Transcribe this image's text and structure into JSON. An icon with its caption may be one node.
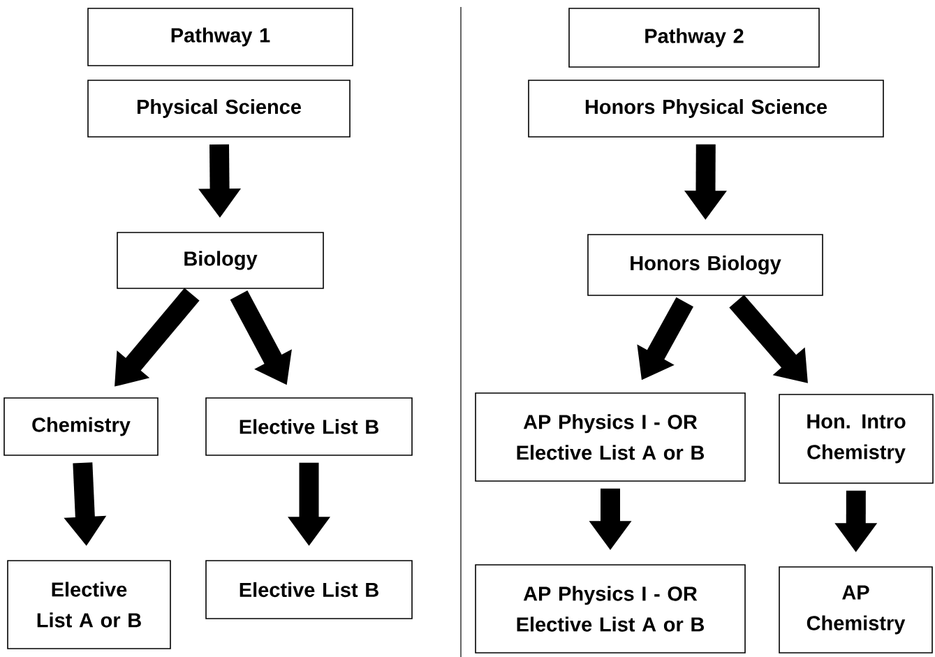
{
  "diagram": {
    "nodes": [
      {
        "text": [
          "Pathway 1"
        ]
      },
      {
        "text": [
          "Physical Science"
        ]
      },
      {
        "text": [
          "Biology"
        ]
      },
      {
        "text": [
          "Chemistry"
        ]
      },
      {
        "text": [
          "Elective List B"
        ]
      },
      {
        "text": [
          "Elective List A or B"
        ]
      },
      {
        "text": [
          "Elective List B"
        ]
      },
      {
        "text": [
          "Pathway 2"
        ]
      },
      {
        "text": [
          "Honors Physical Science"
        ]
      },
      {
        "text": [
          "Honors Biology"
        ]
      },
      {
        "text": [
          "AP Physics I - OR Elective List A or B"
        ]
      },
      {
        "text": [
          "Hon. Intro Chemistry"
        ]
      },
      {
        "text": [
          "AP Physics I - OR Elective List A or B"
        ]
      },
      {
        "text": [
          "AP Chemistry"
        ]
      }
    ],
    "edges": [
      {
        "from": 1,
        "to": 2,
        "arrow": "to"
      },
      {
        "from": 2,
        "to": 3,
        "arrow": "to"
      },
      {
        "from": 2,
        "to": 4,
        "arrow": "to"
      },
      {
        "from": 3,
        "to": 5,
        "arrow": "to"
      },
      {
        "from": 4,
        "to": 6,
        "arrow": "to"
      },
      {
        "from": 8,
        "to": 9,
        "arrow": "to"
      },
      {
        "from": 9,
        "to": 10,
        "arrow": "to"
      },
      {
        "from": 9,
        "to": 11,
        "arrow": "to"
      },
      {
        "from": 10,
        "to": 12,
        "arrow": "to"
      },
      {
        "from": 11,
        "to": 13,
        "arrow": "to"
      }
    ]
  }
}
